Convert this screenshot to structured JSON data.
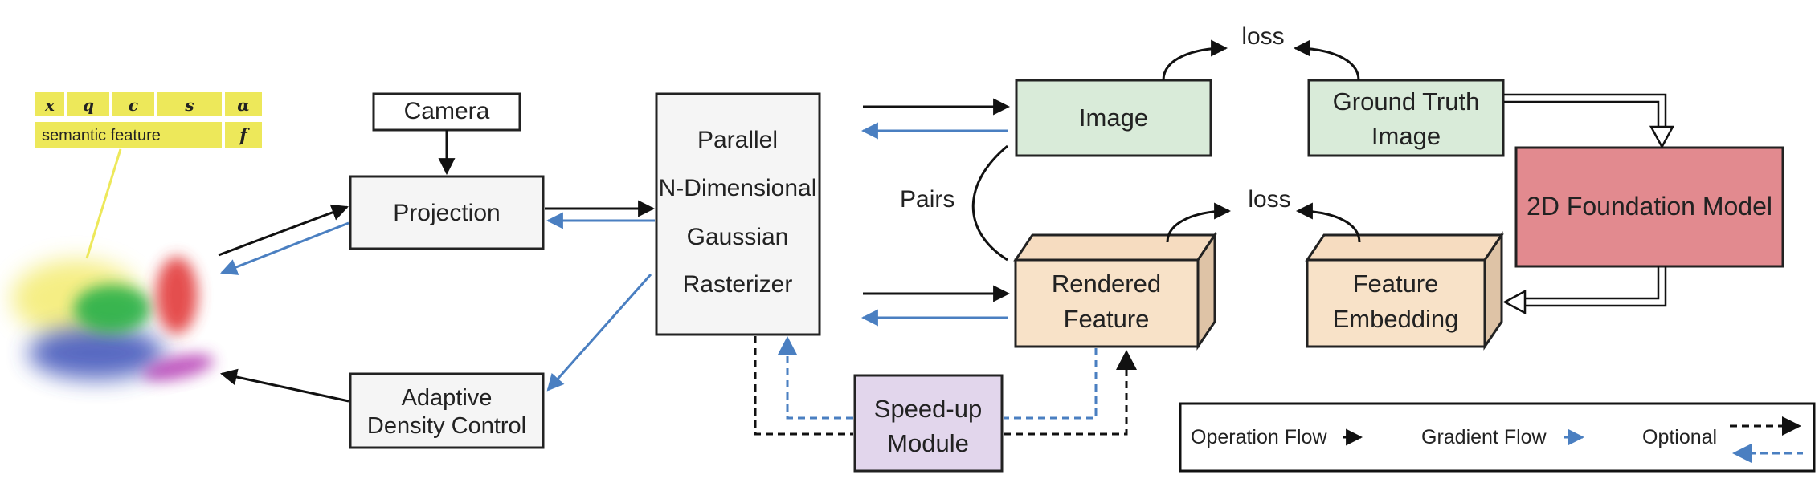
{
  "gaussian_attributes": {
    "row1": [
      "x",
      "q",
      "c",
      "s",
      "α"
    ],
    "row2_label": "semantic feature",
    "row2_symbol": "f"
  },
  "nodes": {
    "camera": "Camera",
    "projection": "Projection",
    "adaptive_density": [
      "Adaptive",
      "Density Control"
    ],
    "rasterizer": [
      "Parallel",
      "N-Dimensional",
      "Gaussian",
      "Rasterizer"
    ],
    "image": "Image",
    "ground_truth": [
      "Ground Truth",
      "Image"
    ],
    "foundation_model": "2D Foundation Model",
    "rendered_feature": [
      "Rendered",
      "Feature"
    ],
    "feature_embedding": [
      "Feature",
      "Embedding"
    ],
    "speedup": [
      "Speed-up",
      "Module"
    ]
  },
  "labels": {
    "loss_top": "loss",
    "loss_bottom": "loss",
    "pairs": "Pairs"
  },
  "legend": {
    "operation": "Operation Flow",
    "gradient": "Gradient Flow",
    "optional": "Optional"
  },
  "colors": {
    "operation_flow": "#111111",
    "gradient_flow": "#4a7fc1",
    "attribute_table": "#ede85a",
    "image_box": "#d9ebd9",
    "ground_truth_box": "#d9ebd9",
    "foundation_model_box": "#e28a8f",
    "feature_box": "#f8e2c8",
    "speedup_box": "#e2d6ec",
    "neutral_box": "#f5f5f5"
  }
}
